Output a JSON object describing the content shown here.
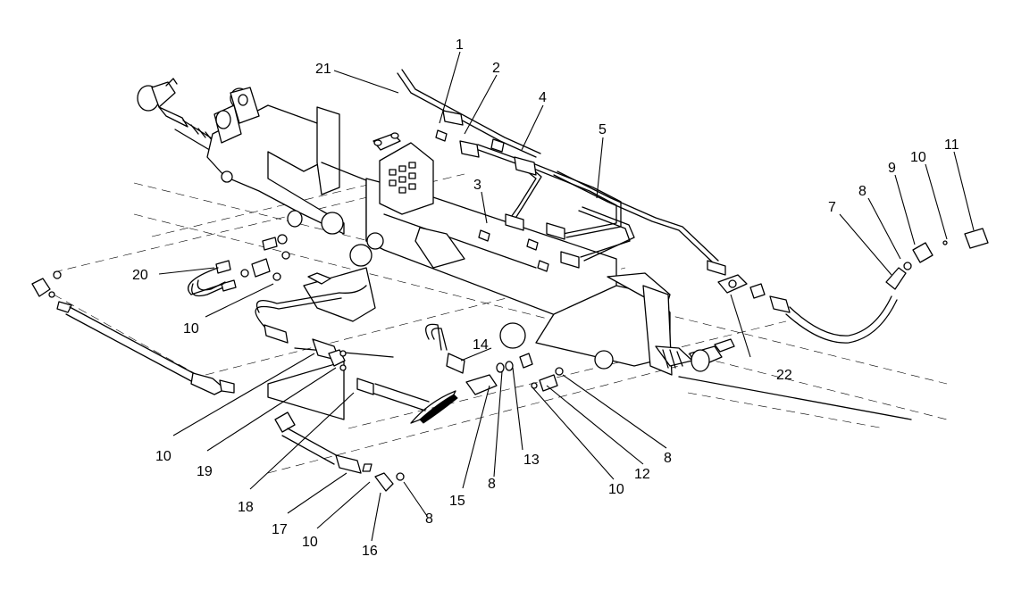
{
  "callouts": [
    {
      "id": "c1",
      "text": "1"
    },
    {
      "id": "c2",
      "text": "2"
    },
    {
      "id": "c3",
      "text": "3"
    },
    {
      "id": "c4",
      "text": "4"
    },
    {
      "id": "c5",
      "text": "5"
    },
    {
      "id": "c7",
      "text": "7"
    },
    {
      "id": "c8a",
      "text": "8"
    },
    {
      "id": "c9",
      "text": "9"
    },
    {
      "id": "c10a",
      "text": "10"
    },
    {
      "id": "c11",
      "text": "11"
    },
    {
      "id": "c20",
      "text": "20"
    },
    {
      "id": "c10b",
      "text": "10"
    },
    {
      "id": "c21",
      "text": "21"
    },
    {
      "id": "c14",
      "text": "14"
    },
    {
      "id": "c22",
      "text": "22"
    },
    {
      "id": "c10c",
      "text": "10"
    },
    {
      "id": "c19",
      "text": "19"
    },
    {
      "id": "c18",
      "text": "18"
    },
    {
      "id": "c17",
      "text": "17"
    },
    {
      "id": "c10d",
      "text": "10"
    },
    {
      "id": "c16",
      "text": "16"
    },
    {
      "id": "c8b",
      "text": "8"
    },
    {
      "id": "c15",
      "text": "15"
    },
    {
      "id": "c8c",
      "text": "8"
    },
    {
      "id": "c13",
      "text": "13"
    },
    {
      "id": "c10e",
      "text": "10"
    },
    {
      "id": "c12",
      "text": "12"
    },
    {
      "id": "c8d",
      "text": "8"
    }
  ]
}
